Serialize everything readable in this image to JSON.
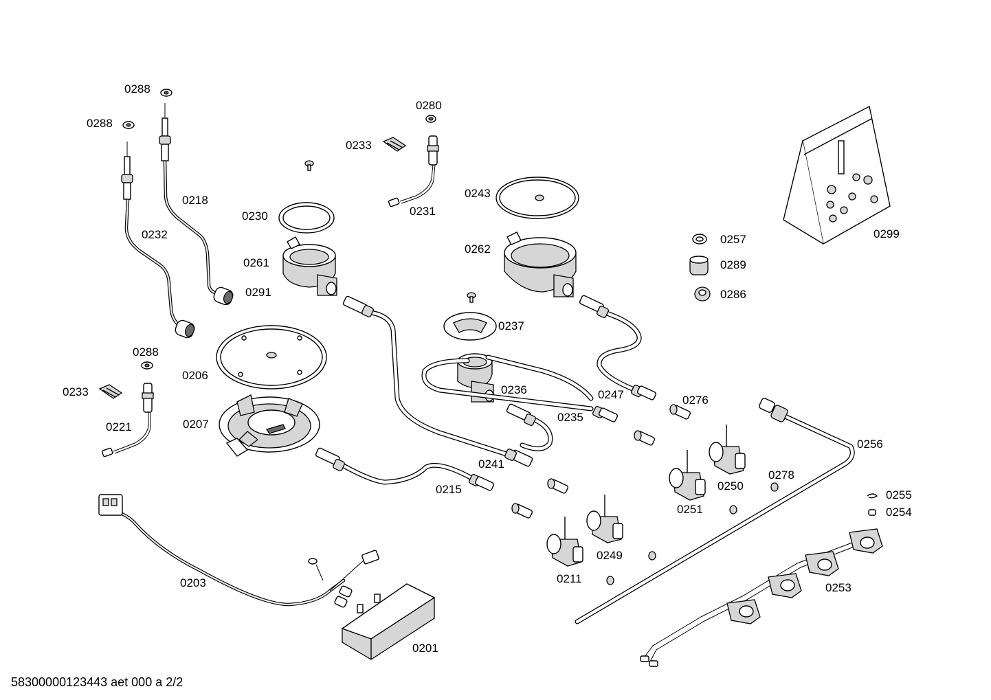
{
  "diagram": {
    "labels": {
      "0288a": "0288",
      "0288b": "0288",
      "0218": "0218",
      "0232": "0232",
      "0291": "0291",
      "0280": "0280",
      "0233a": "0233",
      "0231": "0231",
      "0230": "0230",
      "0261": "0261",
      "0243": "0243",
      "0262": "0262",
      "0299": "0299",
      "0257": "0257",
      "0289": "0289",
      "0286": "0286",
      "0237": "0237",
      "0236": "0236",
      "0288c": "0288",
      "0206": "0206",
      "0233b": "0233",
      "0221": "0221",
      "0207": "0207",
      "0247": "0247",
      "0276": "0276",
      "0235": "0235",
      "0256": "0256",
      "0241": "0241",
      "0215": "0215",
      "0278": "0278",
      "0250": "0250",
      "0251": "0251",
      "0255": "0255",
      "0254": "0254",
      "0249": "0249",
      "0211": "0211",
      "0253": "0253",
      "0203": "0203",
      "0201": "0201"
    },
    "footer": "58300000123443 aet 000 a 2/2"
  }
}
